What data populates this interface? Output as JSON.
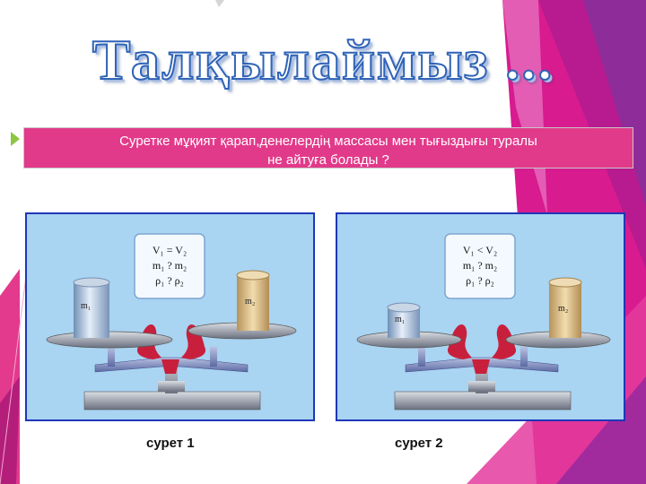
{
  "slide": {
    "title": "Талқылаймыз ...",
    "question_line1": "Суретке мұқият қарап,денелердің массасы мен тығыздығы туралы",
    "question_line2": "не айтуға болады ?"
  },
  "figures": [
    {
      "caption": "сурет  1",
      "left_label": "m₁",
      "right_label": "m₂",
      "eq1": "V₁ = V₂",
      "eq2": "m₁ ? m₂",
      "eq3": "ρ₁ ? ρ₂"
    },
    {
      "caption": "сурет  2",
      "left_label": "m₁",
      "right_label": "m₂",
      "eq1": "V₁ < V₂",
      "eq2": "m₁ ? m₂",
      "eq3": "ρ₁ ? ρ₂"
    }
  ],
  "colors": {
    "accent_pink": "#e23a8a",
    "magenta": "#c2259b",
    "panel_bg": "#a9d4f2",
    "panel_border": "#1e37b8",
    "title_outline": "#2f63b6"
  }
}
